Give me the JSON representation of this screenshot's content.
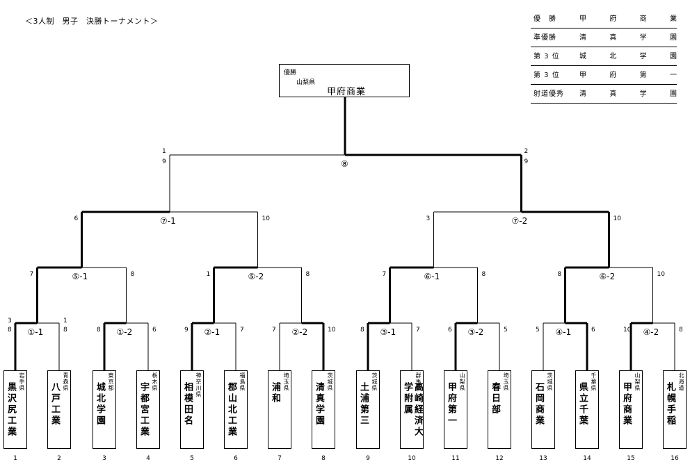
{
  "header": {
    "title": "＜3人制　男子　決勝トーナメント＞"
  },
  "results": [
    {
      "label": "優　勝",
      "name": [
        "甲",
        "府",
        "商",
        "業"
      ]
    },
    {
      "label": "準優勝",
      "name": [
        "清",
        "真",
        "学",
        "園"
      ]
    },
    {
      "label": "第 3 位",
      "name": [
        "城",
        "北",
        "学",
        "園"
      ]
    },
    {
      "label": "第 3 位",
      "name": [
        "甲",
        "府",
        "第",
        "一"
      ]
    },
    {
      "label": "射道優秀",
      "name": [
        "清",
        "真",
        "学",
        "園"
      ]
    }
  ],
  "winner": {
    "label": "優勝",
    "pref": "山梨県",
    "name": "甲府商業"
  },
  "teams": [
    {
      "no": "1",
      "pref": "岩手県",
      "name": "黒沢尻工業"
    },
    {
      "no": "2",
      "pref": "青森県",
      "name": "八戸工業"
    },
    {
      "no": "3",
      "pref": "東京都",
      "name": "城北学園"
    },
    {
      "no": "4",
      "pref": "栃木県",
      "name": "宇都宮工業"
    },
    {
      "no": "5",
      "pref": "神奈川県",
      "name": "相模田名"
    },
    {
      "no": "6",
      "pref": "福島県",
      "name": "郡山北工業"
    },
    {
      "no": "7",
      "pref": "埼玉県",
      "name": "浦和"
    },
    {
      "no": "8",
      "pref": "茨城県",
      "name": "清真学園"
    },
    {
      "no": "9",
      "pref": "茨城県",
      "name": "土浦第三"
    },
    {
      "no": "10",
      "pref": "群馬県",
      "name": "高崎経済大学附属"
    },
    {
      "no": "11",
      "pref": "山梨県",
      "name": "甲府第一"
    },
    {
      "no": "12",
      "pref": "埼玉県",
      "name": "春日部"
    },
    {
      "no": "13",
      "pref": "茨城県",
      "name": "石岡商業"
    },
    {
      "no": "14",
      "pref": "千葉県",
      "name": "県立千葉"
    },
    {
      "no": "15",
      "pref": "山梨県",
      "name": "甲府商業"
    },
    {
      "no": "16",
      "pref": "北海道",
      "name": "札幌手稲"
    }
  ],
  "matches": {
    "r1": [
      {
        "label": "①-1",
        "left": "8",
        "right": "8",
        "left_extra": "3",
        "right_extra": "1"
      },
      {
        "label": "①-2",
        "left": "8",
        "right": "6"
      },
      {
        "label": "②-1",
        "left": "9",
        "right": "7"
      },
      {
        "label": "②-2",
        "left": "7",
        "right": "10"
      },
      {
        "label": "③-1",
        "left": "8",
        "right": "7"
      },
      {
        "label": "③-2",
        "left": "6",
        "right": "5"
      },
      {
        "label": "④-1",
        "left": "5",
        "right": "6"
      },
      {
        "label": "④-2",
        "left": "10",
        "right": "8"
      }
    ],
    "r2": [
      {
        "label": "⑤-1",
        "left": "7",
        "right": "8"
      },
      {
        "label": "⑤-2",
        "left": "1",
        "right": "8"
      },
      {
        "label": "⑥-1",
        "left": "7",
        "right": "8"
      },
      {
        "label": "⑥-2",
        "left": "8",
        "right": "10"
      }
    ],
    "r3": [
      {
        "label": "⑦-1",
        "left": "6",
        "right": "10"
      },
      {
        "label": "⑦-2",
        "left": "3",
        "right": "10"
      }
    ],
    "final": {
      "label": "⑧",
      "left": "9",
      "right": "9",
      "left_extra": "1",
      "right_extra": "2"
    }
  }
}
